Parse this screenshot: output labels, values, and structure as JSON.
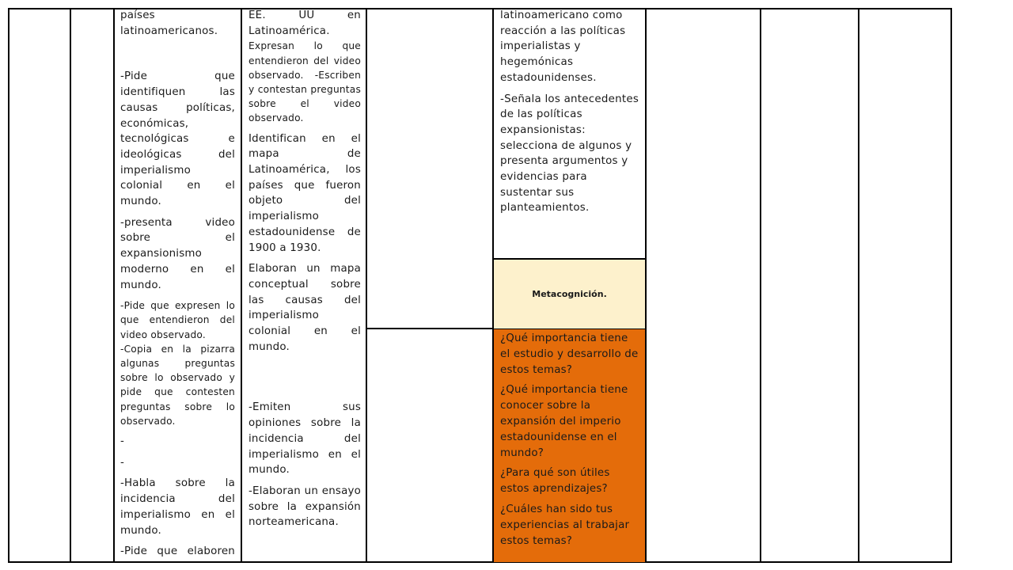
{
  "table": {
    "col_strategies": [
      "países latinoamericanos.",
      "",
      "-Pide que identifiquen las causas políticas, económicas, tecnológicas e ideológicas del imperialismo colonial en el mundo.",
      "-presenta video sobre el expansionismo moderno en el mundo.",
      "-Pide que expresen lo que entendieron del video observado.",
      "-Copia en la pizarra algunas preguntas sobre lo observado y pide que contesten preguntas sobre lo observado.",
      "-",
      "-",
      "-Habla sobre la incidencia del imperialismo en el mundo.",
      "-Pide que elaboren un informe de"
    ],
    "col_activities": [
      "EE. UU en Latinoamérica.",
      "Expresan lo que entendieron del video observado. -Escriben y contestan preguntas sobre el video observado.",
      "Identifican en el mapa de Latinoamérica, los países que fueron objeto del imperialismo estadounidense de 1900 a 1930.",
      "Elaboran un mapa conceptual sobre las causas del imperialismo colonial en el mundo.",
      "-Emiten sus opiniones sobre la incidencia del imperialismo en el mundo.",
      "-Elaboran un ensayo sobre la expansión norteamericana."
    ],
    "col_evaluation": [
      "latinoamericano como reacción a las políticas imperialistas y hegemónicas estadounidenses.",
      "-Señala los antecedentes de las políticas expansionistas: selecciona de algunos y presenta argumentos y evidencias para sustentar sus planteamientos."
    ],
    "metacognition_label": "Metacognición.",
    "metacognition_questions": [
      "¿Qué importancia tiene el estudio y desarrollo de estos temas?",
      "¿Qué importancia tiene conocer sobre la expansión del imperio estadounidense en el mundo?",
      "¿Para qué son útiles estos aprendizajes?",
      "¿Cuáles han sido tus experiencias al trabajar estos temas?"
    ],
    "colors": {
      "metacognition_bg": "#fdf1cc",
      "questions_bg": "#e46c0a",
      "border": "#000000"
    }
  }
}
